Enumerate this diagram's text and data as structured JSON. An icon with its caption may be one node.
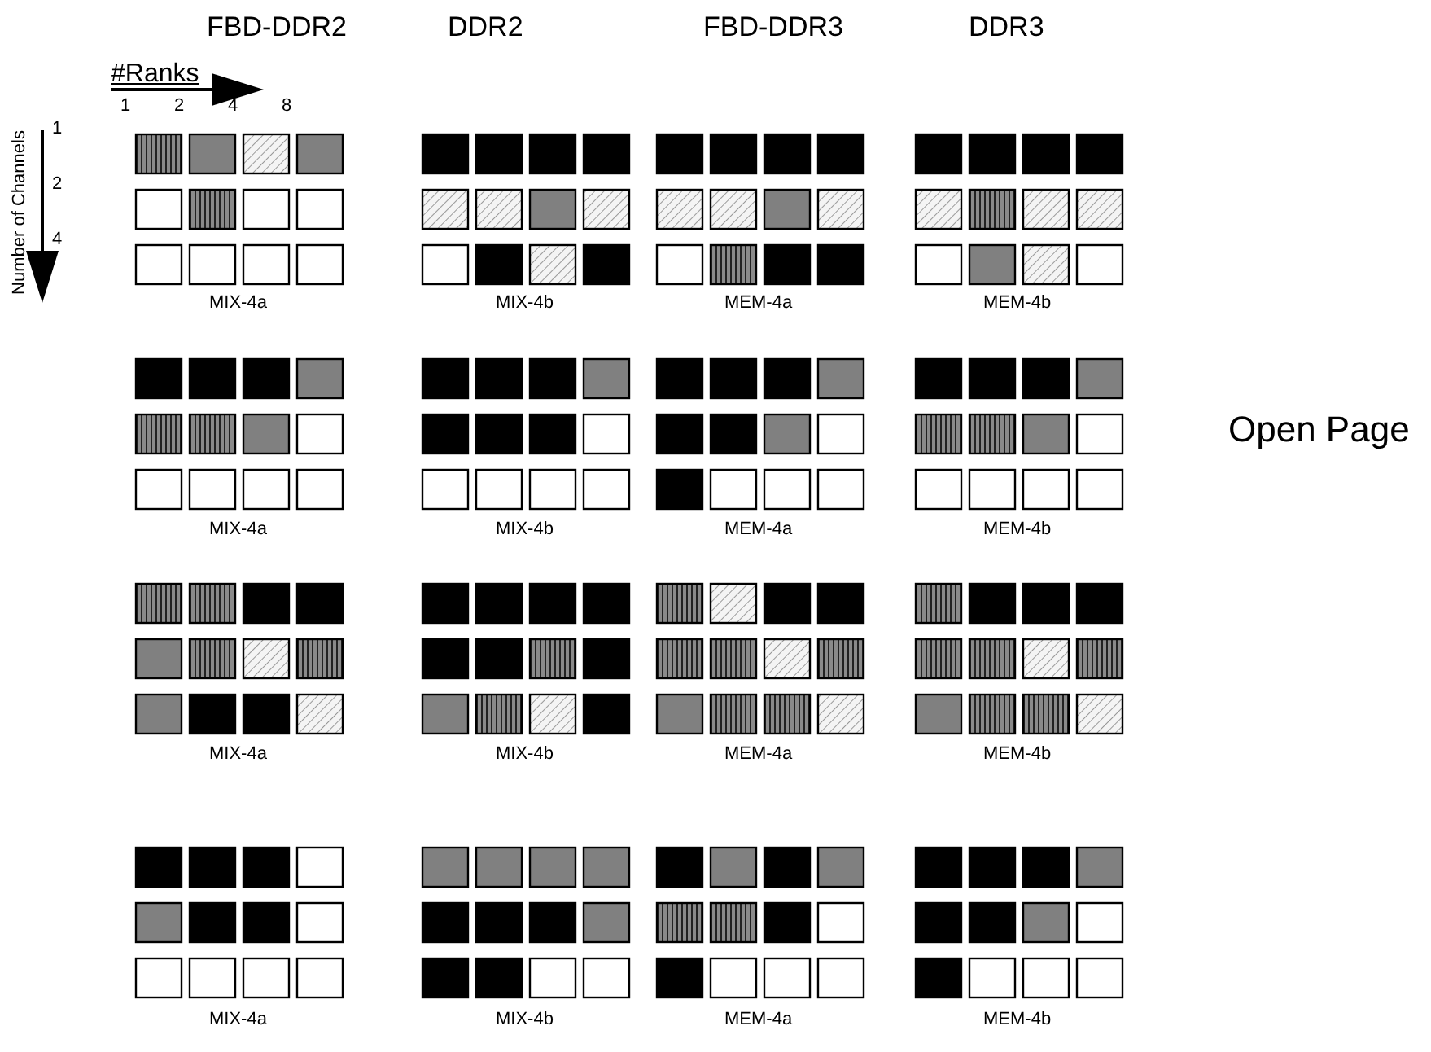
{
  "diagram": {
    "labels": [
      "FBD-DDR2",
      "DDR2",
      "FBD-DDR3",
      "DDR3",
      "#Ranks",
      "1",
      "2",
      "4",
      "8",
      "Number of Channels",
      "1",
      "2",
      "4",
      "MIX-4a",
      "MIX-4b",
      "MEM-4a",
      "MEM-4b",
      "Open Page",
      "MIX-4a",
      "MIX-4b",
      "MEM-4a",
      "MEM-4b",
      "MIX-4a",
      "MIX-4b",
      "MEM-4a",
      "MEM-4b",
      "MIX-4a",
      "MIX-4b",
      "MEM-4a",
      "MEM-4b"
    ]
  }
}
